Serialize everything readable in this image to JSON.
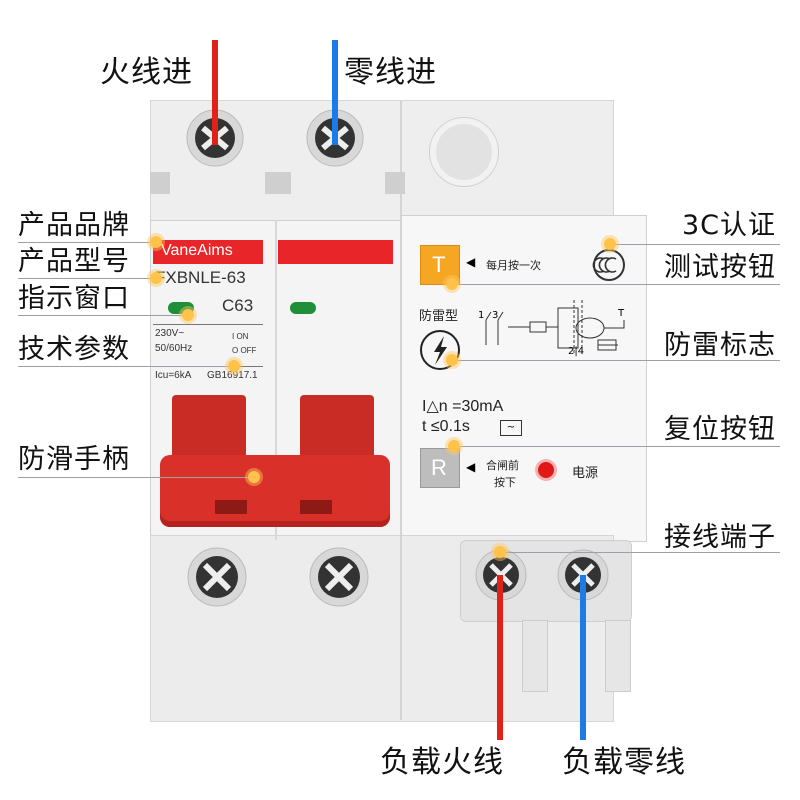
{
  "wires": {
    "live_in": "火线进",
    "neutral_in": "零线进",
    "load_live": "负载火线",
    "load_neutral": "负载零线",
    "live_color": "#e0231a",
    "neutral_color": "#1e7be6"
  },
  "callouts_left": {
    "brand": "产品品牌",
    "model": "产品型号",
    "window": "指示窗口",
    "params": "技术参数",
    "handle": "防滑手柄"
  },
  "callouts_right": {
    "cert": "3C认证",
    "test_button": "测试按钮",
    "surge_mark": "防雷标志",
    "reset_button": "复位按钮",
    "terminal": "接线端子"
  },
  "device": {
    "brand": "VaneAims",
    "model": "FXBNLE-63",
    "rating": "C63",
    "voltage": "230V~",
    "frequency": "50/60Hz",
    "on_label": "I ON",
    "off_label": "O OFF",
    "icu": "Icu=6kA",
    "standard": "GB16917.1",
    "test_key": "T",
    "test_hint": "每月按一次",
    "surge_type": "防雷型",
    "residual_current": "I△n =30mA",
    "trip_time": "t ≤0.1s",
    "reset_key": "R",
    "reset_hint_1": "合闸前",
    "reset_hint_2": "按下",
    "power_label": "电源",
    "schematic_left": "1",
    "schematic_left2": "3",
    "schematic_bottom": "2|4",
    "schematic_t": "T"
  },
  "colors": {
    "red_accent": "#e8262a",
    "handle_red": "#d9302a",
    "body_grey": "#ececec",
    "highlight_dot": "#ffc24a",
    "test_button": "#f5a623",
    "power_led": "#e01818"
  }
}
